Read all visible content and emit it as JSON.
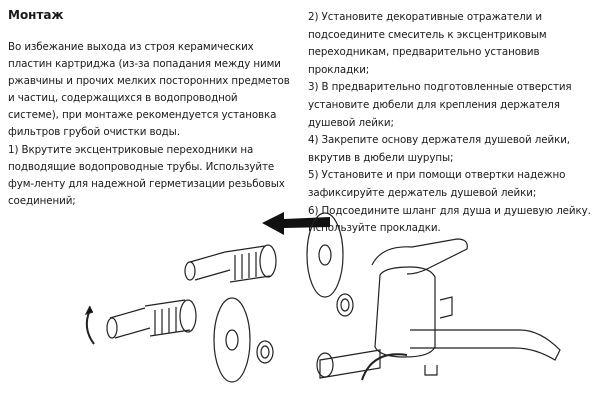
{
  "title": "Монтаж",
  "intro_lines": [
    "Во избежание выхода из строя керамических",
    "пластин картриджа (из-за попадания между ними",
    "ржавчины и прочих мелких посторонних предметов",
    "и частиц, содержащихся в водопроводной",
    "системе), при монтаже рекомендуется установка",
    "фильтров грубой очистки воды."
  ],
  "step1_lines": [
    "1) Вкрутите эксцентриковые переходники на",
    "подводящие водопроводные трубы. Используйте",
    "фум-ленту для надежной герметизации резьбовых",
    "соединений;"
  ],
  "steps_right_lines": [
    "2) Установите декоративные отражатели и",
    "подсоедините смеситель к эксцентриковым",
    "переходникам, предварительно установив",
    "прокладки;",
    "3) В предварительно подготовленные отверстия",
    "установите дюбели для крепления держателя",
    "душевой лейки;",
    "4) Закрепите основу держателя душевой лейки,",
    "вкрутив в дюбели шурупы;",
    "5) Установите и при помощи отвертки надежно",
    "зафиксируйте держатель душевой лейки;",
    "6) Подсоедините шланг для душа и душевую лейку.",
    "Используйте прокладки."
  ]
}
